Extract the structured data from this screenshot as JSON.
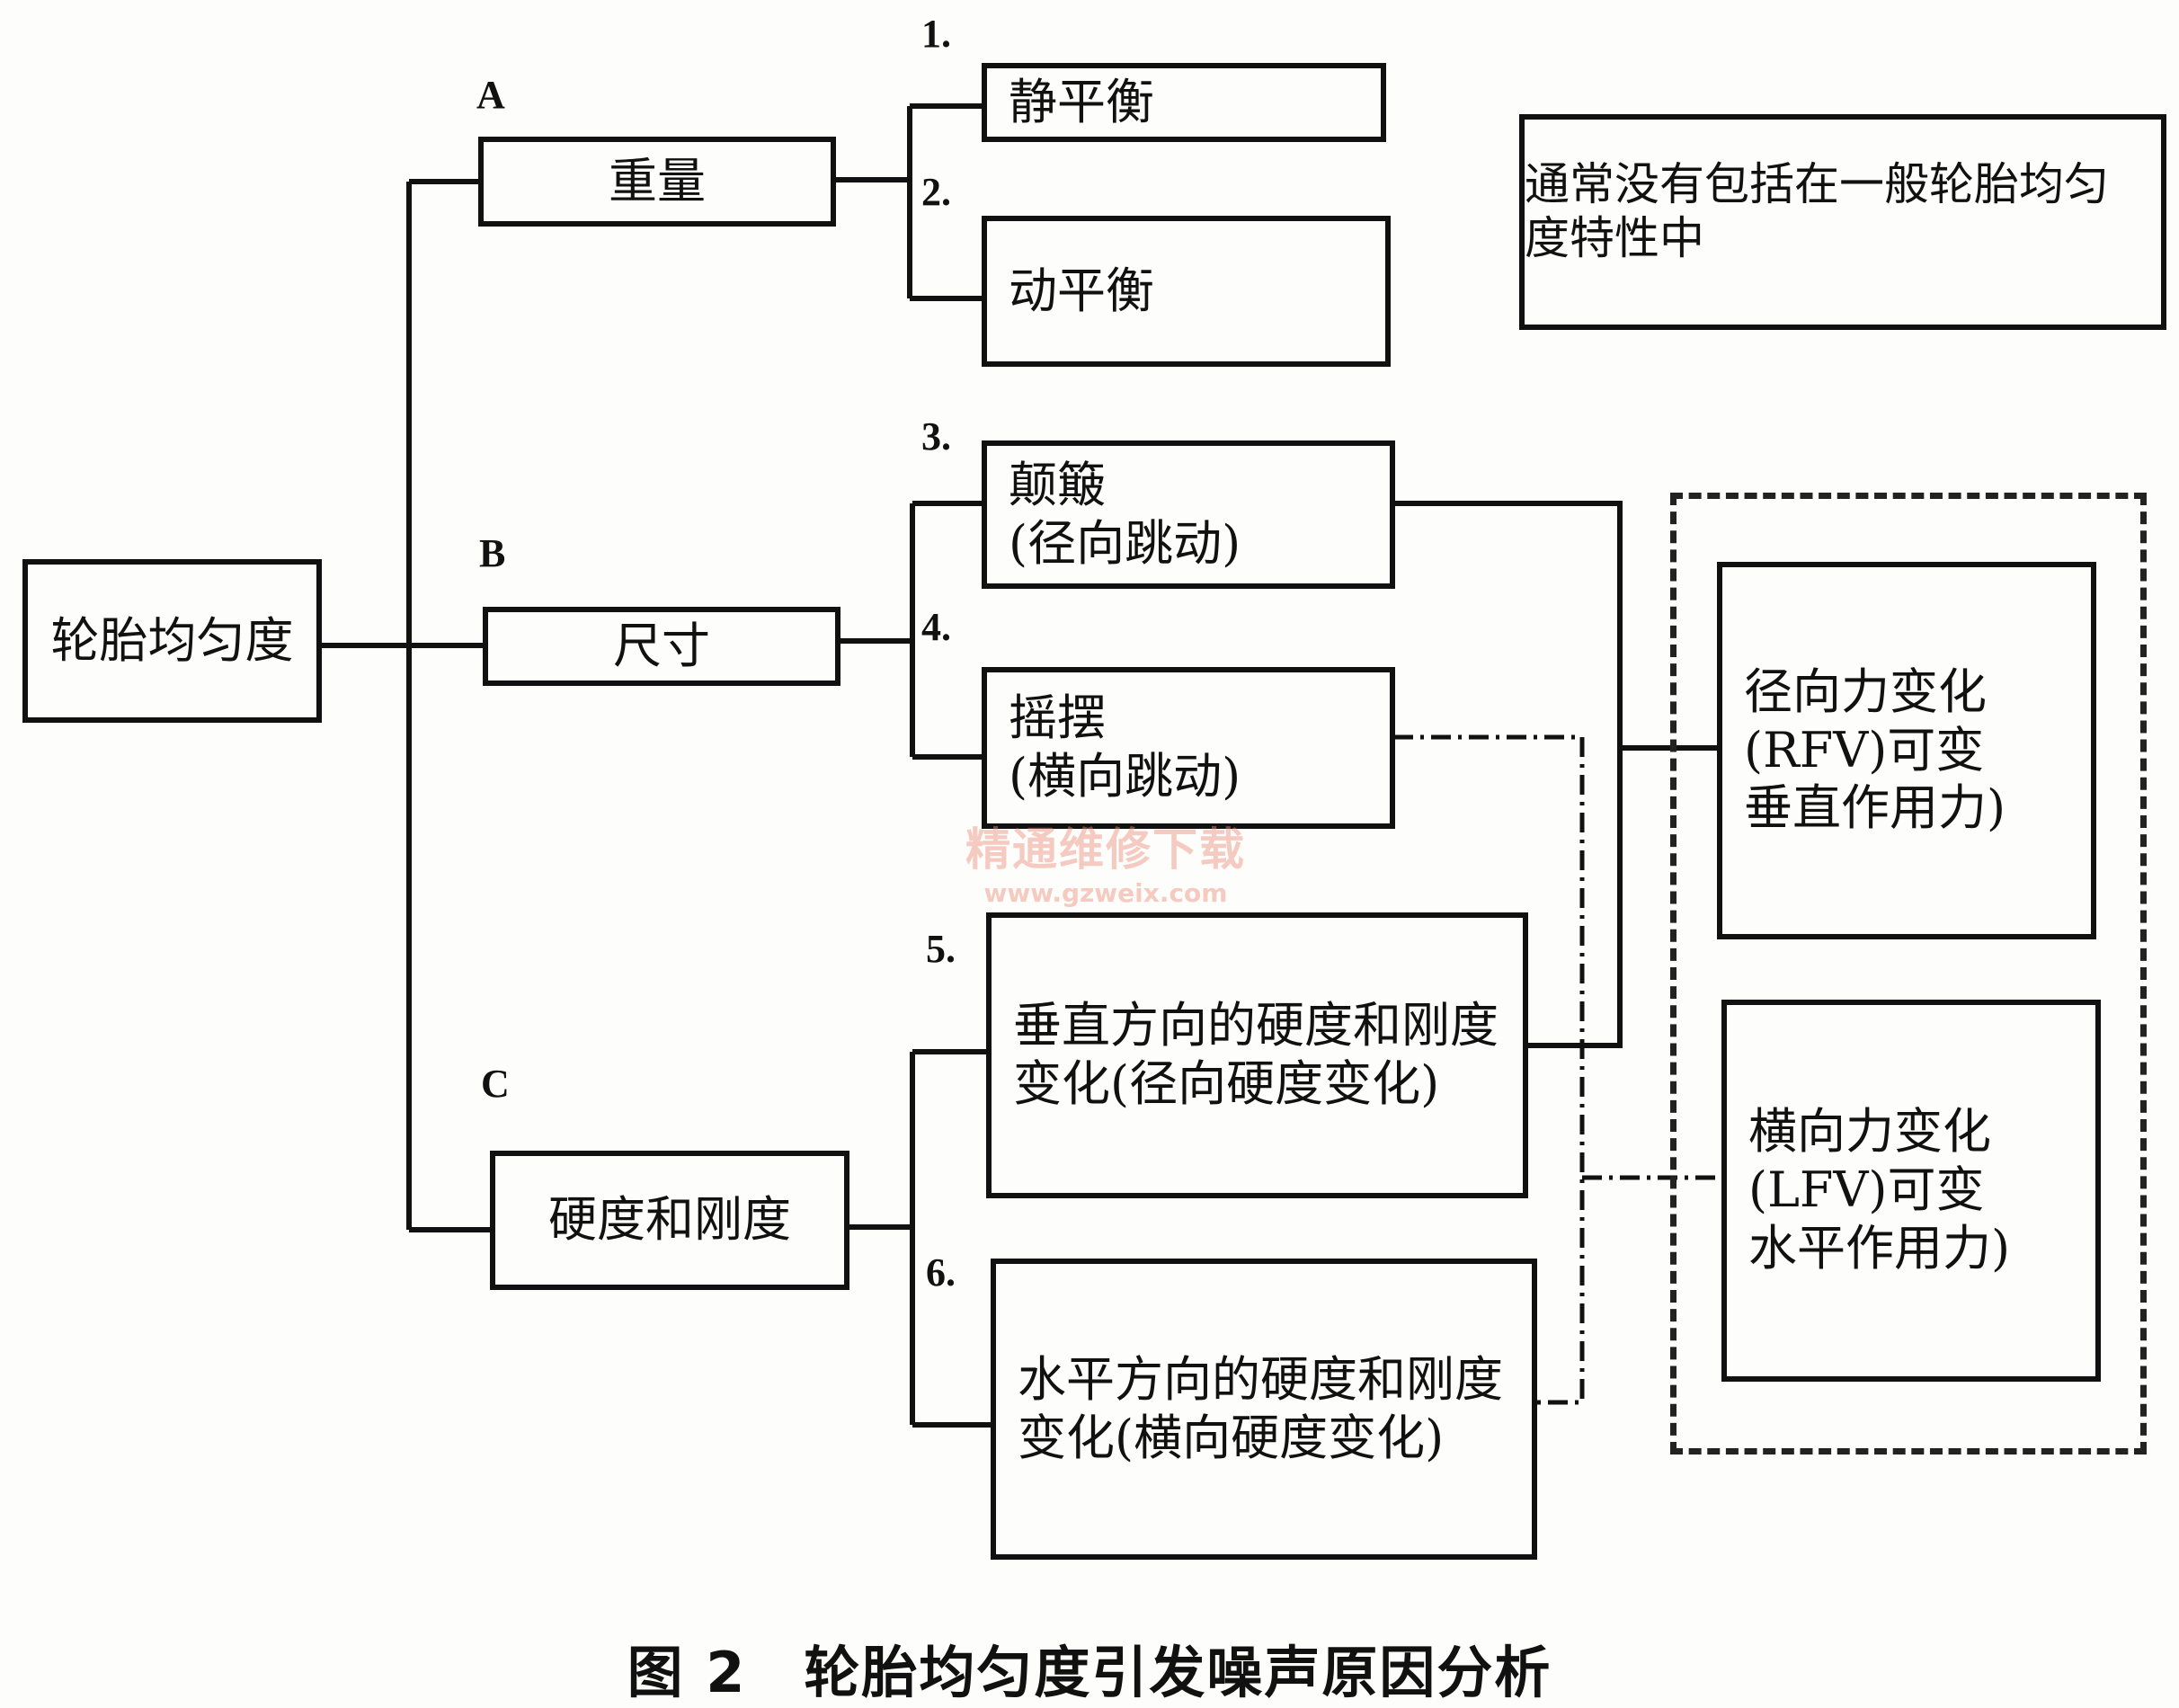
{
  "root": {
    "label": "轮胎均匀度"
  },
  "categories": [
    {
      "letter": "A",
      "label": "重量"
    },
    {
      "letter": "B",
      "label": "尺寸"
    },
    {
      "letter": "C",
      "label": "硬度和刚度"
    }
  ],
  "items": [
    {
      "number": "1.",
      "lines": [
        "静平衡"
      ]
    },
    {
      "number": "2.",
      "lines": [
        "动平衡"
      ]
    },
    {
      "number": "3.",
      "lines": [
        "颠簸",
        "(径向跳动)"
      ]
    },
    {
      "number": "4.",
      "lines": [
        "摇摆",
        "(横向跳动)"
      ]
    },
    {
      "number": "5.",
      "lines": [
        "垂直方向的硬度和刚度",
        "变化(径向硬度变化)"
      ]
    },
    {
      "number": "6.",
      "lines": [
        "水平方向的硬度和刚度",
        "变化(横向硬度变化)"
      ]
    }
  ],
  "note": {
    "lines": [
      "通常没有包括在一般轮胎均匀",
      "度特性中"
    ]
  },
  "outputs": [
    {
      "lines": [
        "径向力变化",
        "(RFV)可变",
        "垂直作用力)"
      ]
    },
    {
      "lines": [
        "横向力变化",
        "(LFV)可变",
        "水平作用力)"
      ]
    }
  ],
  "watermark": {
    "line1": "精通维修下载",
    "line2": "www.gzweix.com"
  },
  "caption": "图 2　轮胎均匀度引发噪声原因分析"
}
